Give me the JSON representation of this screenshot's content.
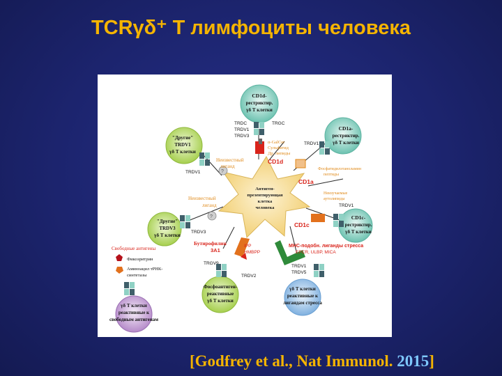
{
  "title": "TCRγδ⁺ Т лимфоциты человека",
  "citation": {
    "open": "[",
    "author": "Godfrey",
    "rest": " et al., Nat Immunol. ",
    "year": "2015",
    "close": "]"
  },
  "colors": {
    "background": "#1c246e",
    "title": "#f5b400",
    "year": "#7ec8ff",
    "star": "#f7d98a",
    "green": "#b6d96a",
    "teal": "#8fd1c4",
    "blue": "#9cc3e6",
    "purple": "#c9a6d8",
    "red": "#d9241b",
    "orange": "#e69a2e"
  },
  "center": [
    "Антиген-",
    "презентирующая",
    "клетка",
    "человека"
  ],
  "cells": {
    "cd1d": [
      "CD1d-",
      "рестриктир.",
      "γδ Т клетки"
    ],
    "cd1a": [
      "CD1a-",
      "рестриктир.",
      "γδ Т клетки"
    ],
    "cd1c": [
      "CD1c-",
      "рестриктир.",
      "γδ Т клетки"
    ],
    "stress": [
      "γδ Т клетки",
      "реактивные к",
      "лигандам стресса"
    ],
    "phospho": [
      "Фосфоантиген-",
      "реактивные",
      "γδ Т клетки"
    ],
    "trdv3": [
      "\"Другие\"",
      "TRDV3",
      "γδ Т клетки"
    ],
    "trdv1": [
      "\"Другие\"",
      "TRDV1",
      "γδ Т клетки"
    ],
    "free": [
      "γδ Т клетки",
      "реактивные к",
      "свободным антигенам"
    ]
  },
  "genes": {
    "cd1d_left": [
      "TRDC",
      "TRDV1",
      "TRDV3"
    ],
    "cd1d_right": "TRGC",
    "cd1a": "TRDV1",
    "cd1c": "TRDV1",
    "stress": [
      "TRDV1",
      "TRDV5"
    ],
    "phospho_left": "TRGV9",
    "phospho_right": "TRDV2",
    "trdv3": "TRDV3",
    "trdv1": "TRDV1"
  },
  "ligands": {
    "cd1d": "CD1d",
    "cd1d_lipid": [
      "α-GalCer",
      "Сульфатид",
      "Др. липиды"
    ],
    "cd1a": "CD1a",
    "cd1a_lipid": [
      "Фосфатидилэтаноламин",
      "пептиды"
    ],
    "cd1c": "CD1c",
    "cd1c_lipid": [
      "Неизучаемые",
      "аутолипиды"
    ],
    "mhc": [
      "MHC-подобн. лиганды стресса",
      "EPCR, ULBP, MICA"
    ],
    "butyro": [
      "Бутирофилин",
      "3A1"
    ],
    "ipp": [
      "IPP",
      "HMBPP"
    ],
    "unknown_top": [
      "Неизвестный",
      "лиганд"
    ],
    "unknown_left": [
      "Неизвестный",
      "лиганд"
    ]
  },
  "free_antigens": {
    "title": "Свободные антигены",
    "items": [
      "Фикоэритрин",
      "Аминоацил тРНК-",
      "синтетазы"
    ]
  }
}
